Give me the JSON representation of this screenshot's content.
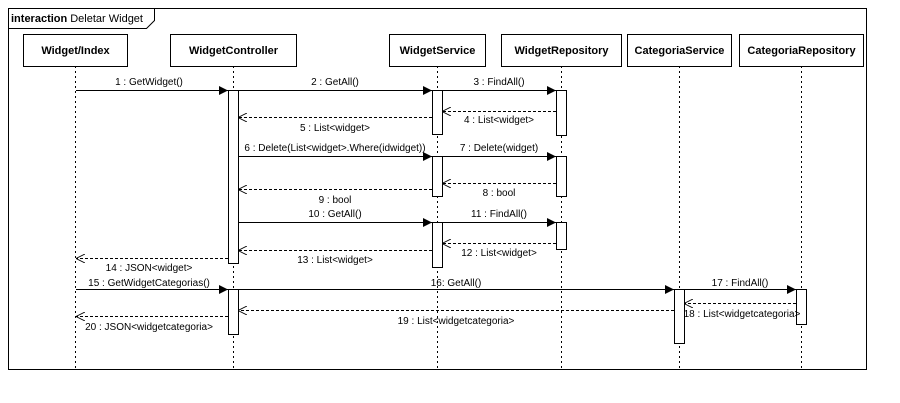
{
  "frame": {
    "keyword": "interaction",
    "name": "Deletar Widget"
  },
  "lifelines": [
    {
      "id": "widget-index",
      "label": "Widget/Index"
    },
    {
      "id": "widget-controller",
      "label": "WidgetController"
    },
    {
      "id": "widget-service",
      "label": "WidgetService"
    },
    {
      "id": "widget-repository",
      "label": "WidgetRepository"
    },
    {
      "id": "categoria-service",
      "label": "CategoriaService"
    },
    {
      "id": "categoria-repository",
      "label": "CategoriaRepository"
    }
  ],
  "messages": [
    {
      "label": "1 : GetWidget()",
      "from": "widget-index",
      "to": "widget-controller",
      "kind": "call"
    },
    {
      "label": "2 : GetAll()",
      "from": "widget-controller",
      "to": "widget-service",
      "kind": "call"
    },
    {
      "label": "3 : FindAll()",
      "from": "widget-service",
      "to": "widget-repository",
      "kind": "call"
    },
    {
      "label": "4 : List<widget>",
      "from": "widget-repository",
      "to": "widget-service",
      "kind": "return"
    },
    {
      "label": "5 : List<widget>",
      "from": "widget-service",
      "to": "widget-controller",
      "kind": "return"
    },
    {
      "label": "6 : Delete(List<widget>.Where(idwidget))",
      "from": "widget-controller",
      "to": "widget-service",
      "kind": "call"
    },
    {
      "label": "7 : Delete(widget)",
      "from": "widget-service",
      "to": "widget-repository",
      "kind": "call"
    },
    {
      "label": "8 : bool",
      "from": "widget-repository",
      "to": "widget-service",
      "kind": "return"
    },
    {
      "label": "9 : bool",
      "from": "widget-service",
      "to": "widget-controller",
      "kind": "return"
    },
    {
      "label": "10 : GetAll()",
      "from": "widget-controller",
      "to": "widget-service",
      "kind": "call"
    },
    {
      "label": "11 : FindAll()",
      "from": "widget-service",
      "to": "widget-repository",
      "kind": "call"
    },
    {
      "label": "12 : List<widget>",
      "from": "widget-repository",
      "to": "widget-service",
      "kind": "return"
    },
    {
      "label": "13 : List<widget>",
      "from": "widget-service",
      "to": "widget-controller",
      "kind": "return"
    },
    {
      "label": "14 : JSON<widget>",
      "from": "widget-controller",
      "to": "widget-index",
      "kind": "return"
    },
    {
      "label": "15 : GetWidgetCategorias()",
      "from": "widget-index",
      "to": "widget-controller",
      "kind": "call"
    },
    {
      "label": "16: GetAll()",
      "from": "widget-controller",
      "to": "categoria-service",
      "kind": "call"
    },
    {
      "label": "17 : FindAll()",
      "from": "categoria-service",
      "to": "categoria-repository",
      "kind": "call"
    },
    {
      "label": "18 : List<widgetcategoria>",
      "from": "categoria-repository",
      "to": "categoria-service",
      "kind": "return"
    },
    {
      "label": "19 : List<widgetcategoria>",
      "from": "categoria-service",
      "to": "widget-controller",
      "kind": "return"
    },
    {
      "label": "20 : JSON<widgetcategoria>",
      "from": "widget-controller",
      "to": "widget-index",
      "kind": "return"
    }
  ]
}
